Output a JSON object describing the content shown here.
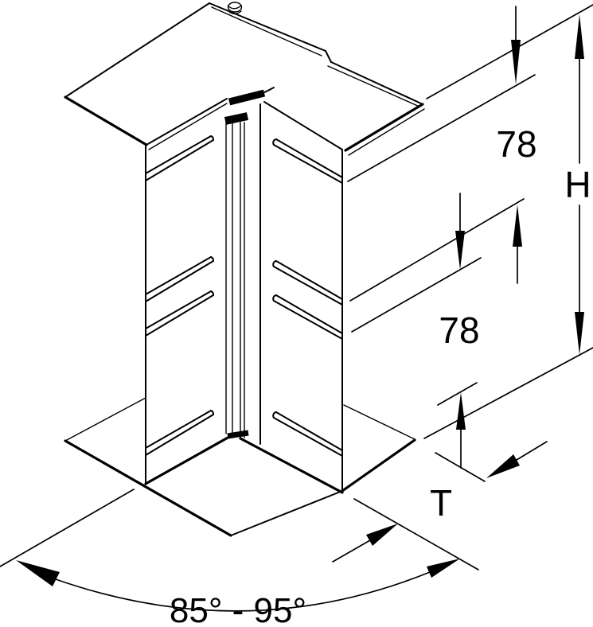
{
  "drawing": {
    "kind": "technical-line-drawing",
    "subject": "internal corner piece, isometric view with dimensions",
    "colors": {
      "line": "#000000",
      "background": "#ffffff"
    },
    "labels": {
      "dim_top_spacing": "78",
      "dim_overall_height": "H",
      "dim_mid_spacing": "78",
      "dim_depth": "T",
      "dim_angle_range": "85° - 95°"
    }
  }
}
